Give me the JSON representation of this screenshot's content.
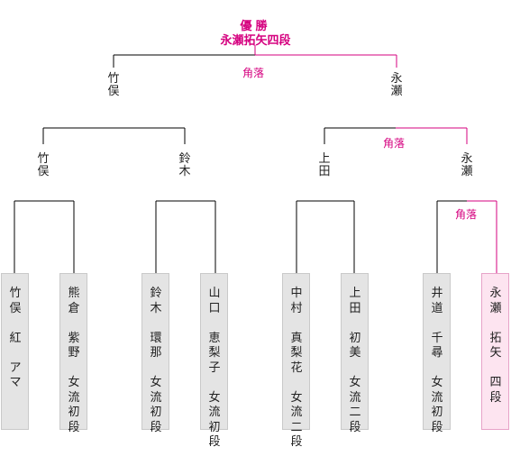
{
  "colors": {
    "line": "#000000",
    "winner_line": "#d5007f",
    "winner_text": "#d5007f",
    "box_bg": "#e4e4e4",
    "winner_box_bg": "#fde4f0"
  },
  "champion": {
    "title": "優勝",
    "name": "永瀬拓矢四段"
  },
  "final": {
    "left": "竹俣",
    "right": "永瀬",
    "result": "角落"
  },
  "semifinals": [
    {
      "top": "竹俣",
      "bottom": "鈴木",
      "result": ""
    },
    {
      "top": "上田",
      "bottom": "永瀬",
      "result": "角落"
    }
  ],
  "quarter_results": [
    "",
    "",
    "",
    "角落"
  ],
  "players": [
    {
      "name": "竹俣",
      "given": "紅",
      "rank": "アマ",
      "winner": false
    },
    {
      "name": "熊倉",
      "given": "紫野",
      "rank": "女流初段",
      "winner": false
    },
    {
      "name": "鈴木",
      "given": "環那",
      "rank": "女流初段",
      "winner": false
    },
    {
      "name": "山口",
      "given": "恵梨子",
      "rank": "女流初段",
      "winner": false
    },
    {
      "name": "中村",
      "given": "真梨花",
      "rank": "女流二段",
      "winner": false
    },
    {
      "name": "上田",
      "given": "初美",
      "rank": "女流二段",
      "winner": false
    },
    {
      "name": "井道",
      "given": "千尋",
      "rank": "女流初段",
      "winner": false
    },
    {
      "name": "永瀬",
      "given": "拓矢",
      "rank": "四段",
      "winner": true
    }
  ]
}
